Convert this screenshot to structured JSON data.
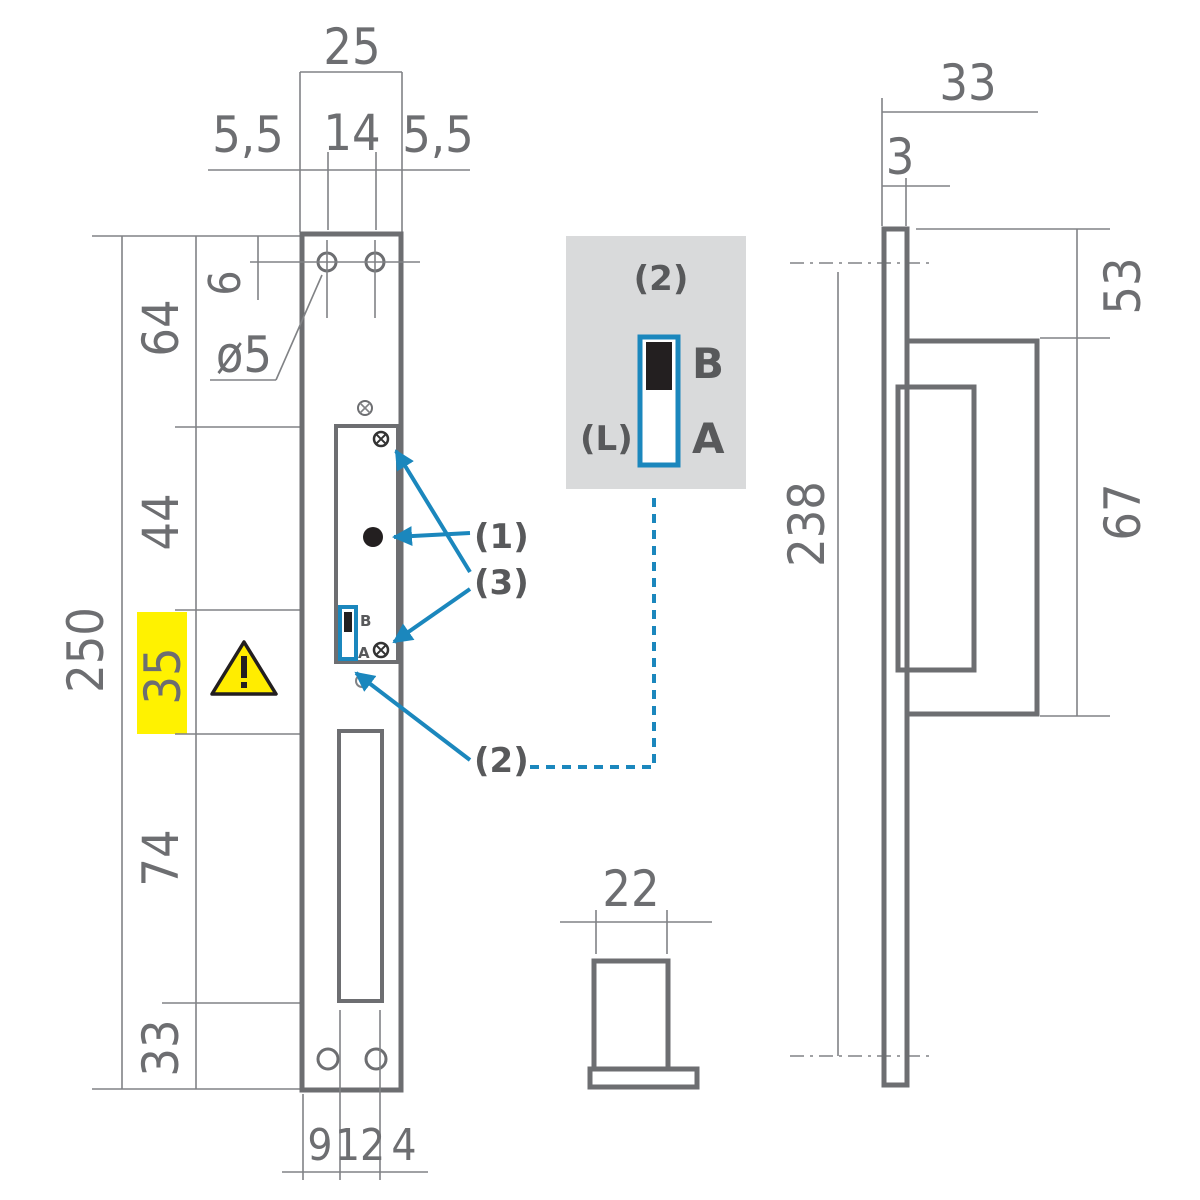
{
  "colors": {
    "part_outline": "#6d6e71",
    "dimension_text": "#6d6e71",
    "callout_text": "#58595b",
    "callout_arrow": "#1b87bd",
    "highlight": "#fff200",
    "switch_panel_bg": "#d9dadb",
    "warning_fill": "#ffed00"
  },
  "front_view": {
    "top_dimensions": {
      "overall_width": "25",
      "left_margin": "5,5",
      "center_width": "14",
      "right_margin": "5,5"
    },
    "hole_dimensions": {
      "hole_offset": "6",
      "hole_diameter": "ø5"
    },
    "left_dimensions": {
      "overall_height": "250",
      "top_segment": "64",
      "upper_segment": "44",
      "highlighted_segment": "35",
      "lower_segment": "74",
      "bottom_segment": "33"
    },
    "bottom_dimensions": {
      "left": "9",
      "middle": "12",
      "right": "4"
    },
    "warning_icon": "warning-triangle-icon",
    "mini_switch": {
      "upper": "B",
      "lower": "A"
    }
  },
  "callouts": {
    "one": "(1)",
    "three": "(3)",
    "two": "(2)"
  },
  "switch_detail": {
    "title": "(2)",
    "upper_position": "B",
    "lower_position": "A",
    "side_note": "(L)"
  },
  "keeper_view": {
    "width": "22"
  },
  "side_view": {
    "overall_depth": "33",
    "plate_thickness": "3",
    "top_offset": "53",
    "box_height": "67",
    "length": "238"
  }
}
